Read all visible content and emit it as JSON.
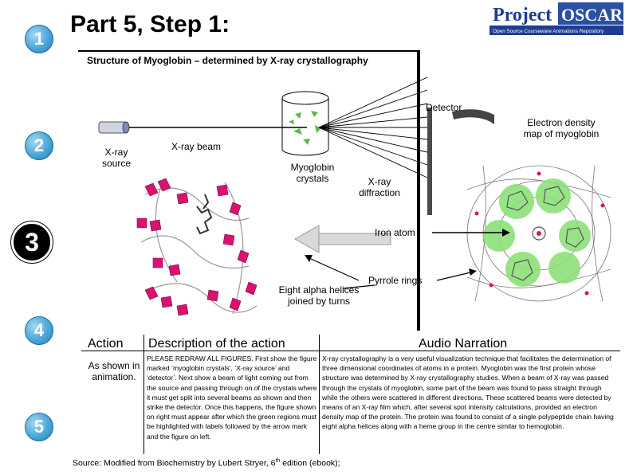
{
  "steps": [
    "1",
    "2",
    "3",
    "4",
    "5"
  ],
  "logo": {
    "word1": "Project",
    "word2": "OSCAR",
    "tagline": "Open Source Courseware Animations Repository"
  },
  "title": "Part 5, Step 1:",
  "subtitle": "Structure of Myoglobin – determined by X-ray crystallography",
  "labels": {
    "detector": "Detector",
    "electron_density": "Electron density map of myoglobin",
    "xray_source": "X-ray source",
    "xray_beam": "X-ray beam",
    "myoglobin_crystals": "Myoglobin crystals",
    "xray_diffraction": "X-ray diffraction",
    "iron_atom": "Iron atom",
    "pyrrole_rings": "Pyrrole rings",
    "alpha_helices": "Eight alpha helices joined by turns"
  },
  "table": {
    "headers": {
      "action": "Action",
      "description": "Description of the action",
      "audio": "Audio Narration"
    },
    "action": "As shown in animation.",
    "description": "PLEASE REDRAW ALL FIGURES. First show the figure marked ‘myoglobin crystals’, ‘X-ray source’ and ‘detector’. Next show a beam of light coming out from the source and passing through on of the crystals where it must get split into several beams as shown and then strike the detector. Once this happens, the figure shown on right must appear after which the green regions must be highlighted with labels followed by the arrow mark and the figure on left.",
    "audio": "X-ray crystallography is a very useful visualization technique that facilitates the determination of three dimensional coordinates of atoms in a protein. Myoglobin was the first protein whose structure was determined by X-ray crystallography studies. When a beam of X-ray was passed through the crystals of myoglobin, some part of the beam was found to pass straight through while the others were scattered in different directions. These scattered beams were detected by means of an X-ray film which, after several spot intensity calculations, provided an electron density map of the protein. The protein was found to consist of a single polypeptide chain having eight alpha helices along with a heme group in the centre similar to hemoglobin."
  },
  "source": {
    "prefix": "Source: Modified from Biochemistry by Lubert Stryer, 6",
    "sup": "th",
    "suffix": " edition (ebook);"
  },
  "colors": {
    "step_blue": "#4aa6d8",
    "helix": "#d8126e",
    "density_green": "#8de07a",
    "logo_blue": "#1f3d8f"
  }
}
